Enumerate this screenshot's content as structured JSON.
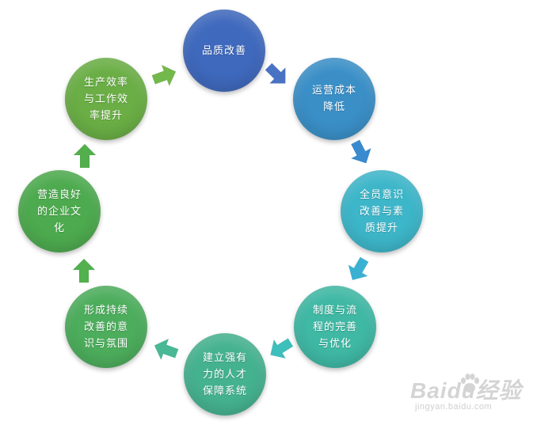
{
  "diagram": {
    "nodes": [
      {
        "id": "quality",
        "label": "品质改善",
        "color": "#3f69bd"
      },
      {
        "id": "cost",
        "label": "运营成本降低",
        "color": "#3a8fc7"
      },
      {
        "id": "staff",
        "label": "全员意识改善与素质提升",
        "color": "#3db6c9"
      },
      {
        "id": "process",
        "label": "制度与流程的完善与优化",
        "color": "#3fb8a4"
      },
      {
        "id": "talent",
        "label": "建立强有力的人才保障系统",
        "color": "#45b28f"
      },
      {
        "id": "atmosphere",
        "label": "形成持续改善的意识与氛围",
        "color": "#4cad5c"
      },
      {
        "id": "culture",
        "label": "营造良好的企业文化",
        "color": "#4daa4e"
      },
      {
        "id": "efficiency",
        "label": "生产效率与工作效率提升",
        "color": "#6aae45"
      }
    ],
    "arrow_colors": [
      "#4a72c4",
      "#3a8ad0",
      "#3ab1d2",
      "#3fbfbc",
      "#49b894",
      "#52b04f",
      "#53ae4c",
      "#73b84b"
    ]
  },
  "watermark": {
    "brand": "Baidu经验",
    "url": "jingyan.baidu.com"
  }
}
